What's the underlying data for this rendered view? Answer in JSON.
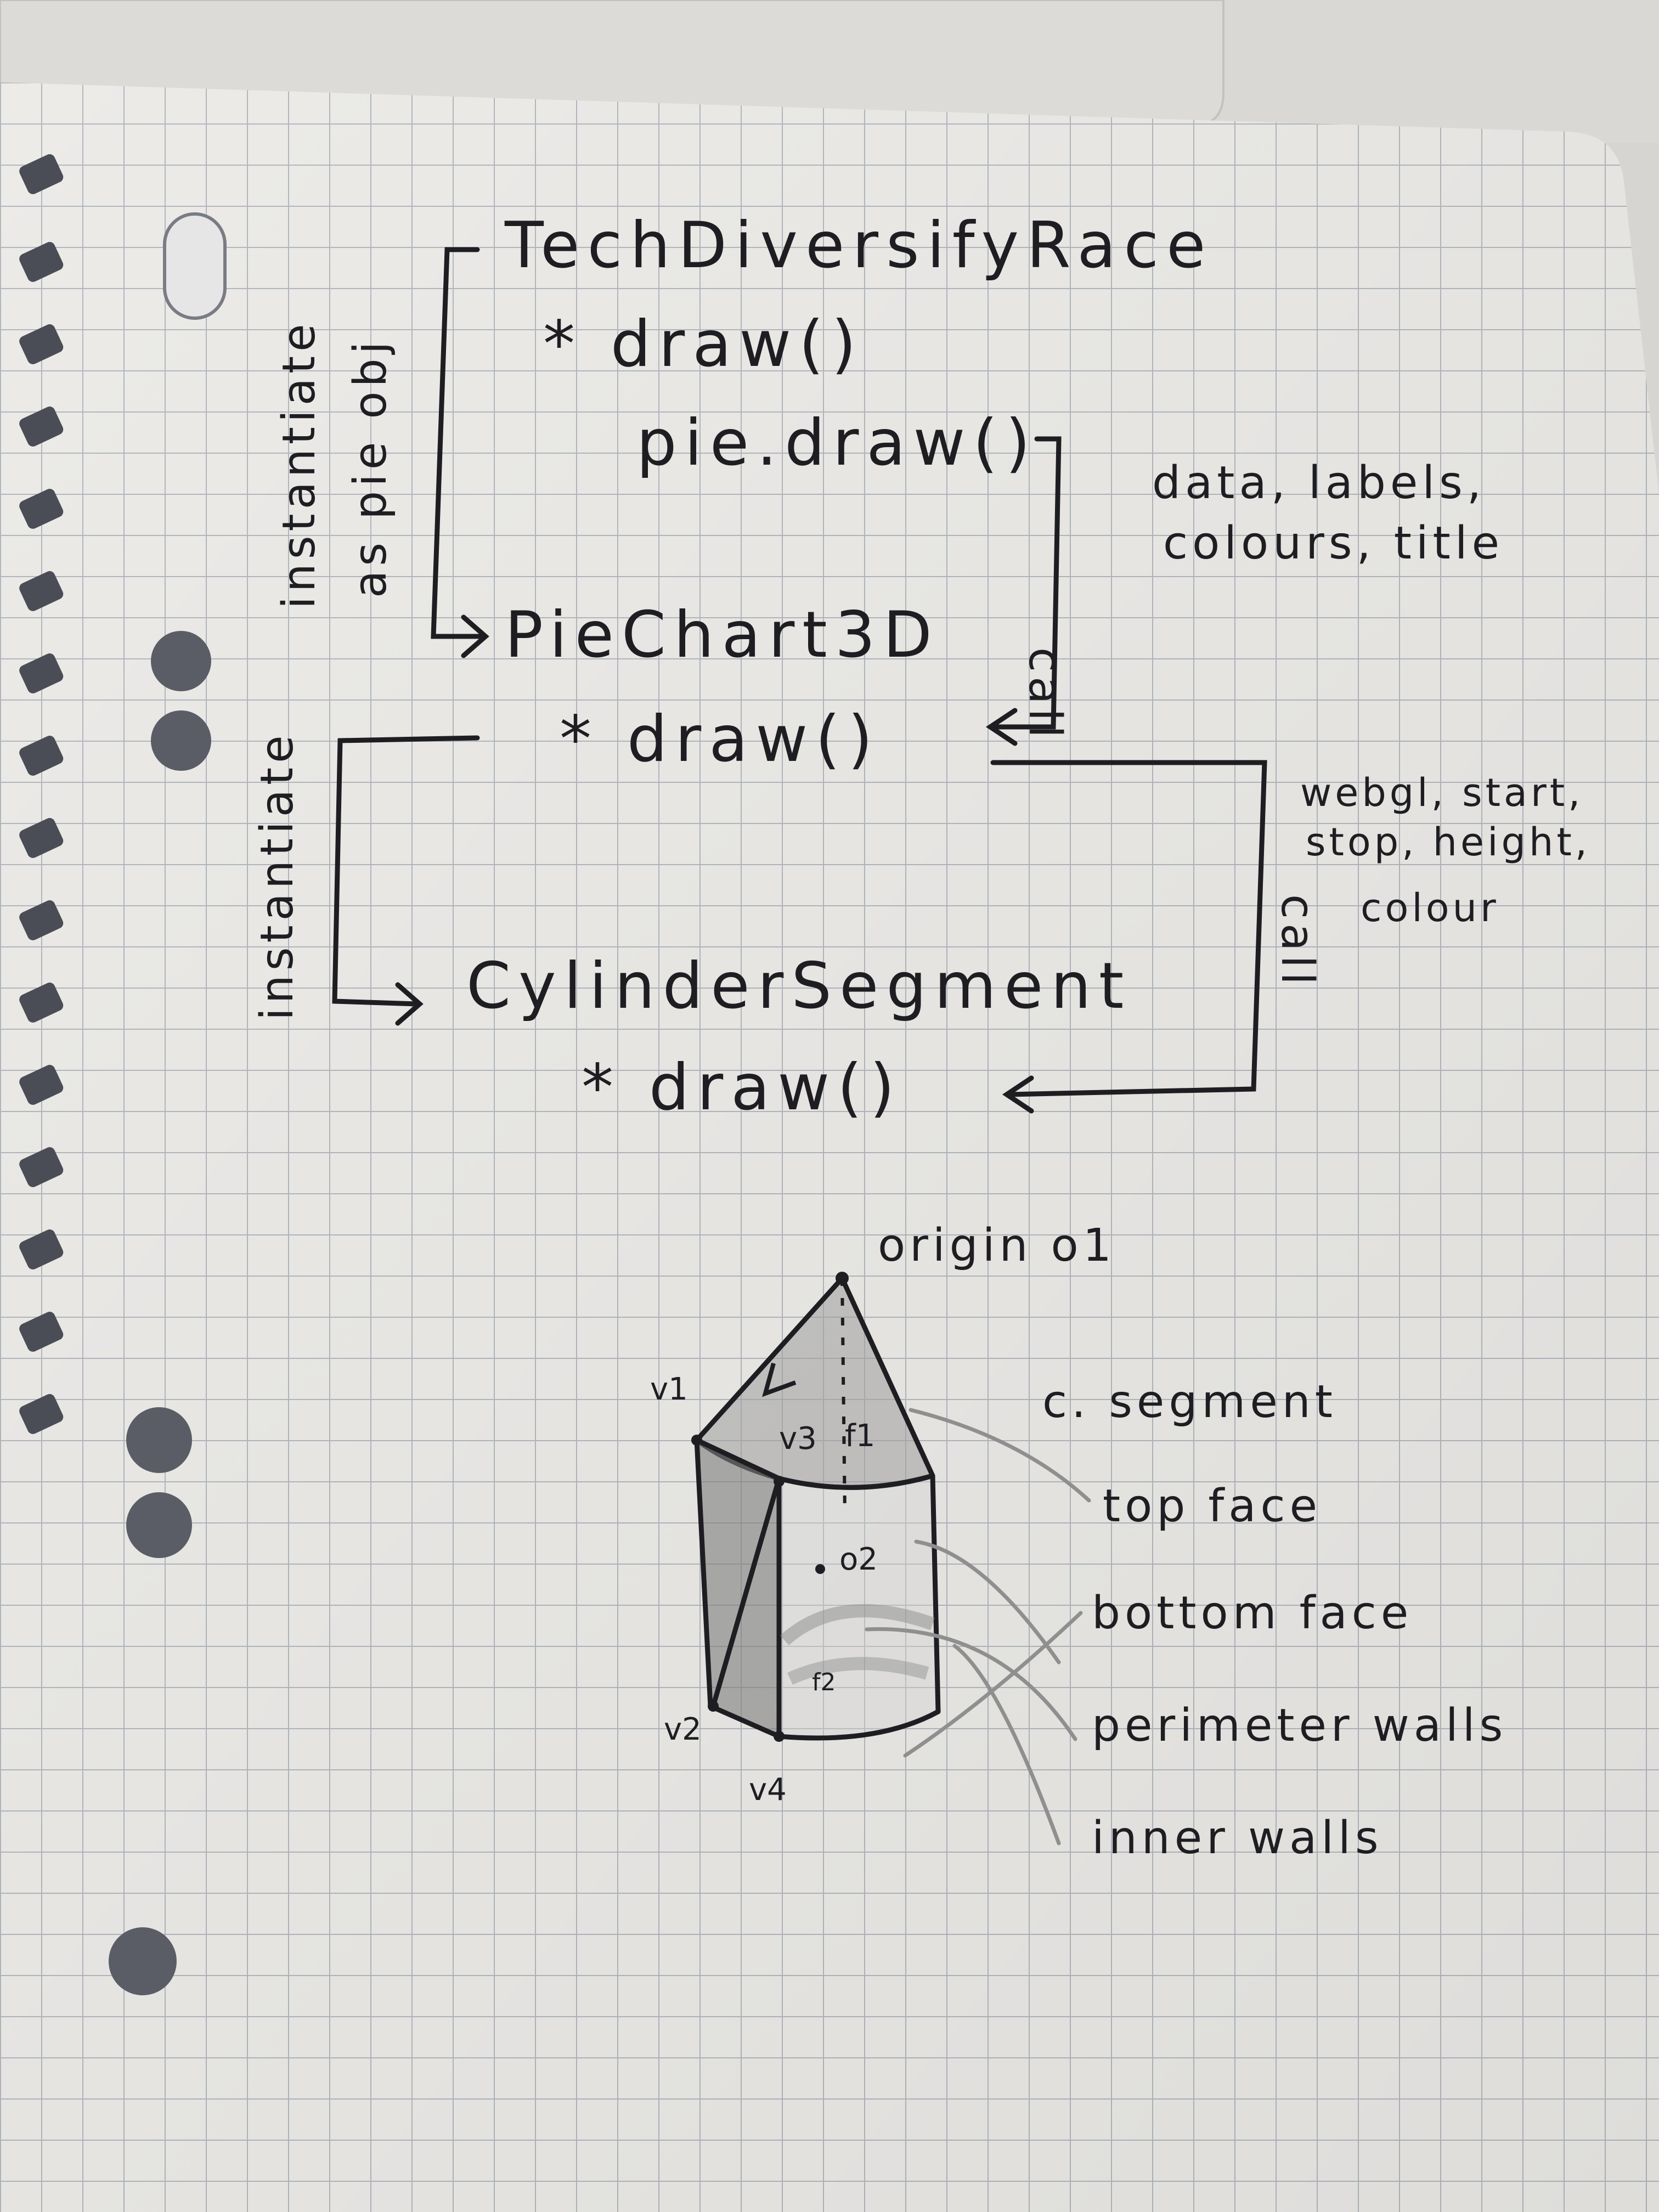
{
  "classes": {
    "tdr": {
      "name": "TechDiversifyRace",
      "method": "* draw()",
      "call": "pie.draw()"
    },
    "pie": {
      "name": "PieChart3D",
      "method": "* draw()"
    },
    "cyl": {
      "name": "CylinderSegment",
      "method": "* draw()"
    }
  },
  "arrows": {
    "instantiate_pie": [
      "instantiate",
      "as pie obj"
    ],
    "instantiate_cyl": "instantiate",
    "call_1": "call",
    "call_2": "call"
  },
  "params": {
    "pie_draw": [
      "data, labels,",
      "colours, title"
    ],
    "cyl_draw": [
      "webgl, start,",
      "stop, height,",
      "colour"
    ]
  },
  "sketch": {
    "origin_label": "origin o1",
    "vertices": {
      "v1": "v1",
      "v2": "v2",
      "v3": "v3",
      "v4": "v4",
      "f1": "f1",
      "o2": "o2",
      "f2": "f2"
    },
    "legend": [
      "c. segment",
      "top face",
      "bottom face",
      "perimeter walls",
      "inner walls"
    ]
  },
  "colors": {
    "ink": "#1e1e22",
    "paper": "#ececea",
    "grid": "#aab0b7",
    "pencil": "#9a9a9a"
  }
}
